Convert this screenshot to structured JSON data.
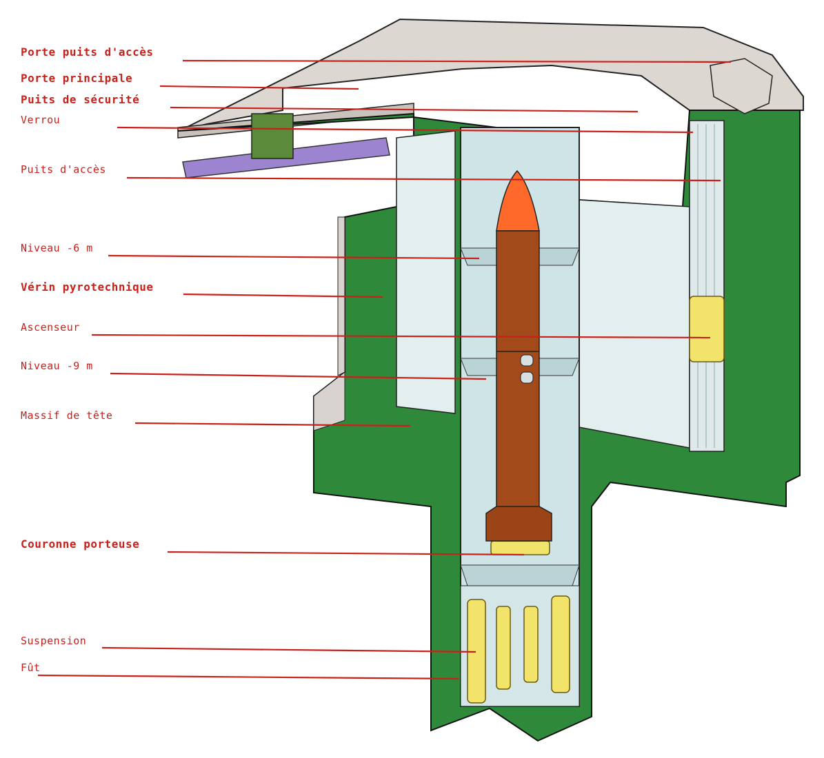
{
  "labels": {
    "porte_puits_acces": "Porte puits d'accès",
    "porte_principale": "Porte principale",
    "puits_securite": "Puits de sécurité",
    "verrou": "Verrou",
    "puits_acces": "Puits d'accès",
    "niveau_6": "Niveau -6 m",
    "verin": "Vérin pyrotechnique",
    "ascenseur": "Ascenseur",
    "niveau_9": "Niveau -9 m",
    "massif": "Massif de tête",
    "couronne": "Couronne porteuse",
    "suspension": "Suspension",
    "fut": "Fût"
  },
  "colors": {
    "label_red": "#c8201a",
    "concrete_green": "#2e8a3a",
    "concrete_top": "#ddd7d2",
    "silo_interior": "#cfe4e6",
    "missile_body": "#a34a1a",
    "missile_nose": "#ff6a2a",
    "suspension_yellow": "#f2e36a",
    "rail_purple": "#9c84d0"
  }
}
